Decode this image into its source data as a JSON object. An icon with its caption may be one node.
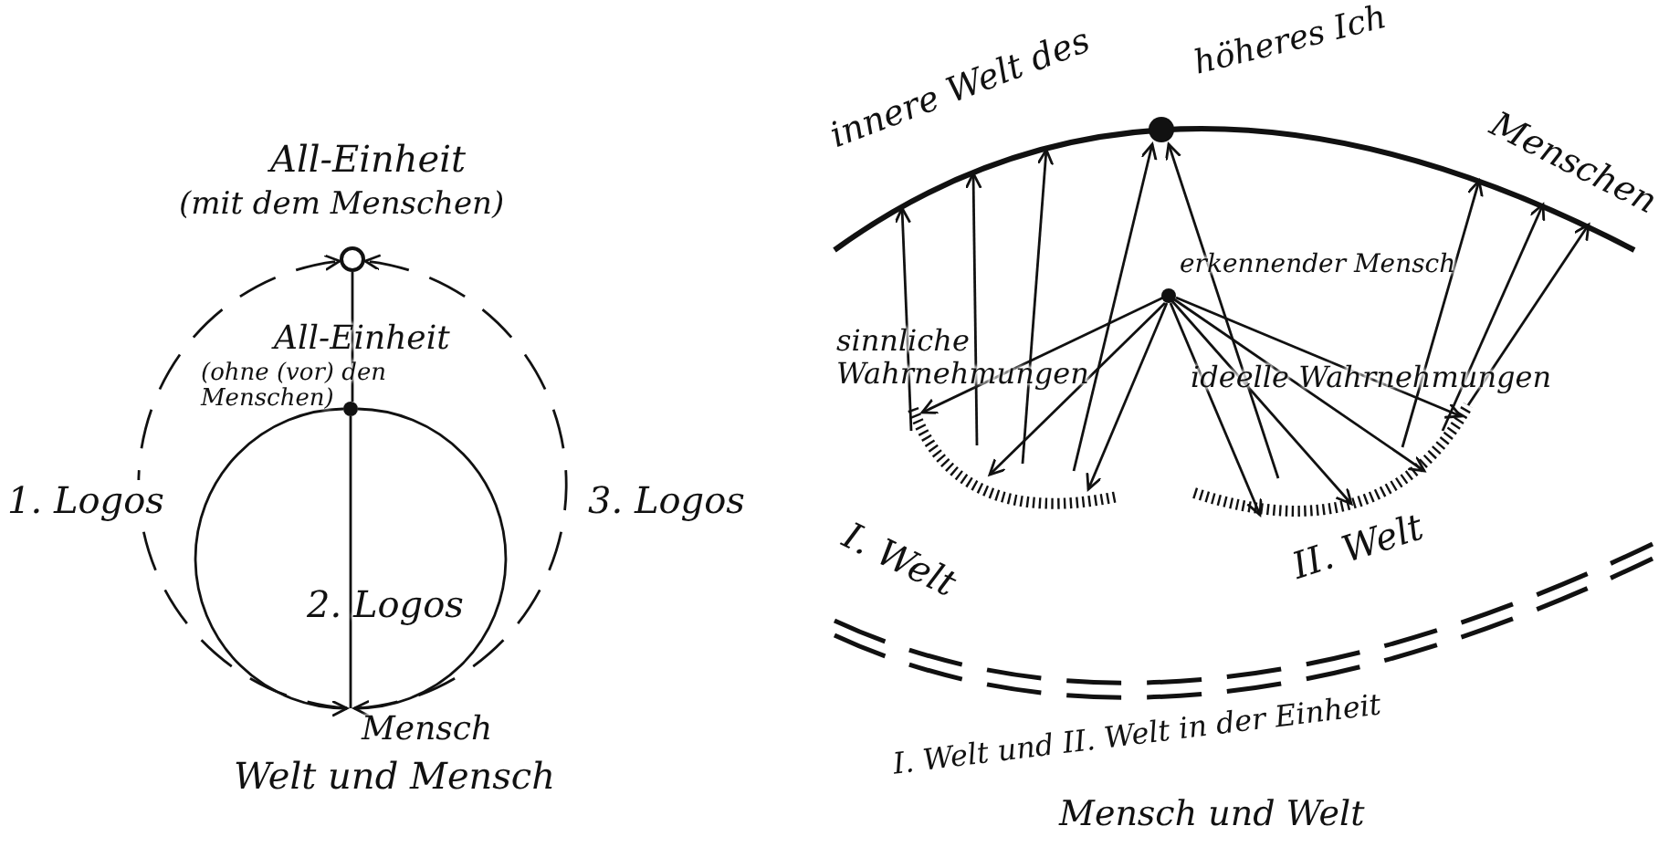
{
  "diagram": {
    "nodes": [
      {
        "text": [
          "All-Einheit",
          "(mit dem Menschen)"
        ]
      },
      {
        "text": [
          "All-Einheit",
          "(ohne (vor) den Menschen)"
        ]
      },
      {
        "text": [
          "Mensch",
          "Welt und Mensch"
        ]
      },
      {
        "text": [
          "innere Welt des",
          "Menschen"
        ]
      },
      {
        "text": [
          "höheres Ich"
        ],
        "in": 3
      },
      {
        "text": [
          "erkennender Mensch"
        ]
      },
      {
        "text": [
          "I. Welt"
        ]
      },
      {
        "text": [
          "II. Welt"
        ]
      }
    ],
    "edges": [
      {
        "from": 2,
        "to": 0,
        "arrow": "to",
        "style": "dashed",
        "label": "1. Logos"
      },
      {
        "from": 2,
        "to": 0,
        "arrow": "to",
        "style": "dashed",
        "label": "3. Logos"
      },
      {
        "from": 1,
        "to": 2,
        "arrow": "to"
      },
      {
        "from": 1,
        "to": 2,
        "arrow": "to"
      },
      {
        "from": 0,
        "to": 1,
        "arrow": "none"
      },
      {
        "from": 1,
        "to": 2,
        "arrow": "none"
      },
      {
        "from": 6,
        "to": 3,
        "arrow": "to"
      },
      {
        "from": 6,
        "to": 3,
        "arrow": "to"
      },
      {
        "from": 6,
        "to": 3,
        "arrow": "to"
      },
      {
        "from": 6,
        "to": 4,
        "arrow": "to"
      },
      {
        "from": 7,
        "to": 4,
        "arrow": "to"
      },
      {
        "from": 7,
        "to": 3,
        "arrow": "to"
      },
      {
        "from": 7,
        "to": 3,
        "arrow": "to"
      },
      {
        "from": 7,
        "to": 3,
        "arrow": "to"
      },
      {
        "from": 5,
        "to": 6,
        "arrow": "to"
      },
      {
        "from": 5,
        "to": 6,
        "arrow": "to"
      },
      {
        "from": 5,
        "to": 6,
        "arrow": "to"
      },
      {
        "from": 5,
        "to": 7,
        "arrow": "to"
      },
      {
        "from": 5,
        "to": 7,
        "arrow": "to"
      },
      {
        "from": 5,
        "to": 7,
        "arrow": "to"
      },
      {
        "from": 5,
        "to": 7,
        "arrow": "to"
      }
    ],
    "labels": [
      "2. Logos",
      "sinnliche Wahrnehmungen",
      "ideelle Wahrnehmungen",
      "I. Welt und II. Welt in der Einheit",
      "Mensch und Welt"
    ]
  }
}
